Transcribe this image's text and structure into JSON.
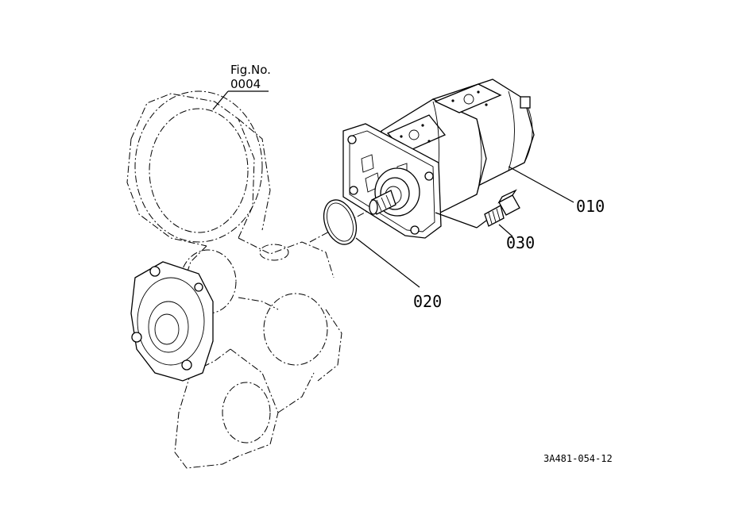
{
  "figure": {
    "fig_label": "Fig.No.",
    "fig_number": "0004",
    "drawing_id": "3A481-054-12"
  },
  "callouts": [
    {
      "id": "pump",
      "number": "010"
    },
    {
      "id": "o-ring",
      "number": "020"
    },
    {
      "id": "bolt",
      "number": "030"
    }
  ]
}
